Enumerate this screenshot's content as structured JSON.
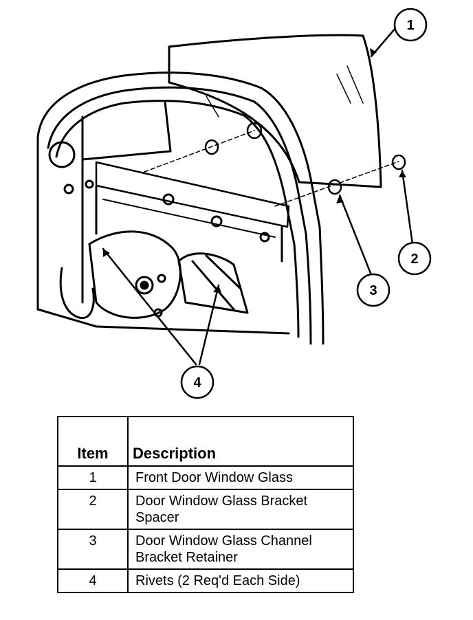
{
  "callouts": [
    {
      "label": "1"
    },
    {
      "label": "2"
    },
    {
      "label": "3"
    },
    {
      "label": "4"
    }
  ],
  "table": {
    "headers": {
      "item": "Item",
      "description": "Description"
    },
    "rows": [
      {
        "item": "1",
        "description": "Front Door Window Glass"
      },
      {
        "item": "2",
        "description": "Door Window Glass Bracket Spacer"
      },
      {
        "item": "3",
        "description": "Door Window Glass Channel Bracket Retainer"
      },
      {
        "item": "4",
        "description": "Rivets (2 Req'd Each Side)"
      }
    ]
  }
}
